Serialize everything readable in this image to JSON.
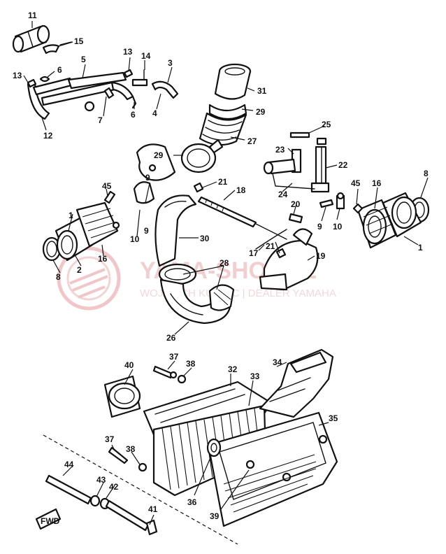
{
  "watermark": {
    "title": "YAMA-SHOP.PL",
    "subtitle": "WOJCIECH KUMIEC | DEALER YAMAHA"
  },
  "fwd_label": "FWD",
  "labels": {
    "l1a": "1",
    "l1b": "1",
    "l2": "2",
    "l3": "3",
    "l4": "4",
    "l5": "5",
    "l6a": "6",
    "l6b": "6",
    "l7": "7",
    "l8a": "8",
    "l8b": "8",
    "l9a": "9",
    "l9b": "9",
    "l10a": "10",
    "l10b": "10",
    "l11": "11",
    "l12": "12",
    "l13a": "13",
    "l13b": "13",
    "l14": "14",
    "l15": "15",
    "l16a": "16",
    "l16b": "16",
    "l17": "17",
    "l18": "18",
    "l19": "19",
    "l20": "20",
    "l21a": "21",
    "l21b": "21",
    "l22": "22",
    "l23": "23",
    "l24": "24",
    "l25": "25",
    "l26": "26",
    "l27": "27",
    "l28": "28",
    "l29a": "29",
    "l29b": "29",
    "l30": "30",
    "l31": "31",
    "l32": "32",
    "l33": "33",
    "l34": "34",
    "l35": "35",
    "l36": "36",
    "l37a": "37",
    "l37b": "37",
    "l38a": "38",
    "l38b": "38",
    "l39": "39",
    "l40": "40",
    "l41": "41",
    "l42": "42",
    "l43": "43",
    "l44": "44",
    "l45a": "45",
    "l45b": "45"
  }
}
